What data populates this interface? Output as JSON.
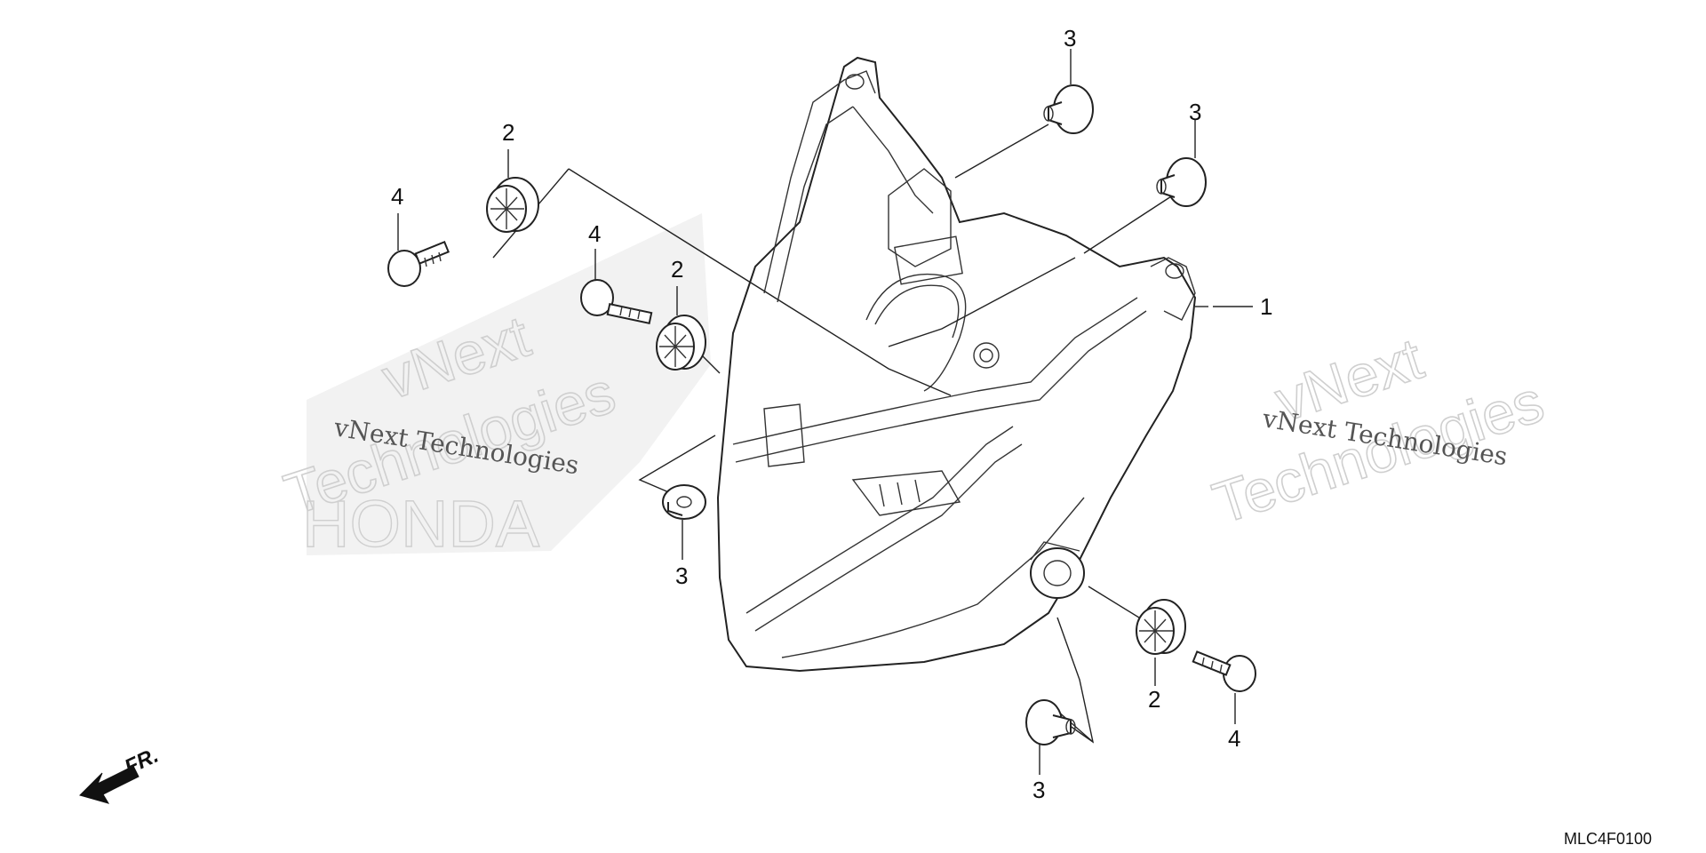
{
  "diagram": {
    "callouts": [
      {
        "id": "c1",
        "label": "1"
      },
      {
        "id": "c2a",
        "label": "2"
      },
      {
        "id": "c2b",
        "label": "2"
      },
      {
        "id": "c2c",
        "label": "2"
      },
      {
        "id": "c3a",
        "label": "3"
      },
      {
        "id": "c3b",
        "label": "3"
      },
      {
        "id": "c3c",
        "label": "3"
      },
      {
        "id": "c3d",
        "label": "3"
      },
      {
        "id": "c4a",
        "label": "4"
      },
      {
        "id": "c4b",
        "label": "4"
      },
      {
        "id": "c4c",
        "label": "4"
      }
    ],
    "watermark": {
      "brand_word": "vNext",
      "brand_line": "Technologies",
      "brand_full": "vNext Technologies",
      "ghost_logo": "HONDA"
    },
    "direction_label": "FR.",
    "diagram_code": "MLC4F0100"
  },
  "colors": {
    "line": "#222222",
    "watermark": "#cfcfcf",
    "background": "#ffffff"
  }
}
